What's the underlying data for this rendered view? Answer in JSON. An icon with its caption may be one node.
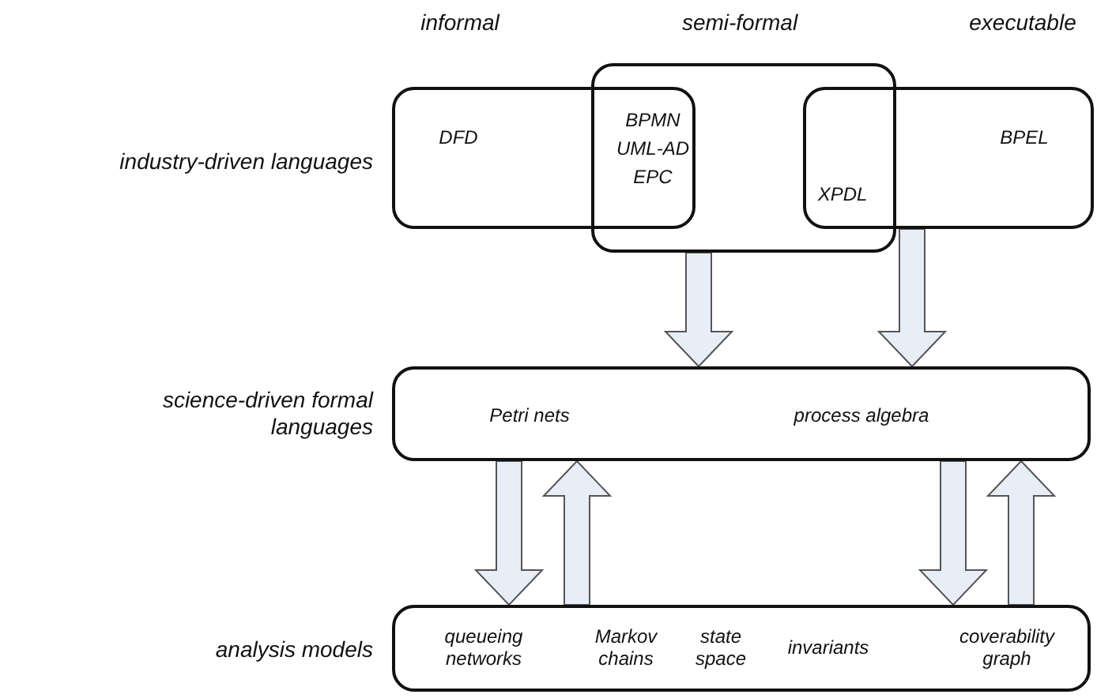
{
  "diagram": {
    "nodes": [
      {
        "text": [
          "DFD",
          "BPMN",
          "UML-AD",
          "EPC"
        ]
      },
      {
        "text": [],
        "shape": "box"
      },
      {
        "text": [
          "XPDL",
          "BPEL"
        ]
      },
      {
        "text": [
          "Petri nets",
          "process algebra"
        ],
        "beside": [
          "science-driven formal languages"
        ]
      },
      {
        "text": [
          "queueing networks",
          "Markov chains",
          "state space",
          "invariants",
          "coverability graph"
        ],
        "beside": [
          "analysis models"
        ]
      }
    ],
    "edges": [
      {
        "from": 1,
        "to": 3,
        "arrow": "to"
      },
      {
        "from": 2,
        "to": 3,
        "arrow": "to"
      },
      {
        "from": 3,
        "to": 4,
        "arrow": "to"
      },
      {
        "from": 4,
        "to": 3,
        "arrow": "to"
      },
      {
        "from": 3,
        "to": 4,
        "arrow": "to"
      },
      {
        "from": 4,
        "to": 3,
        "arrow": "to"
      }
    ],
    "labels": [
      "informal",
      "semi-formal",
      "executable",
      "industry-driven languages"
    ]
  }
}
